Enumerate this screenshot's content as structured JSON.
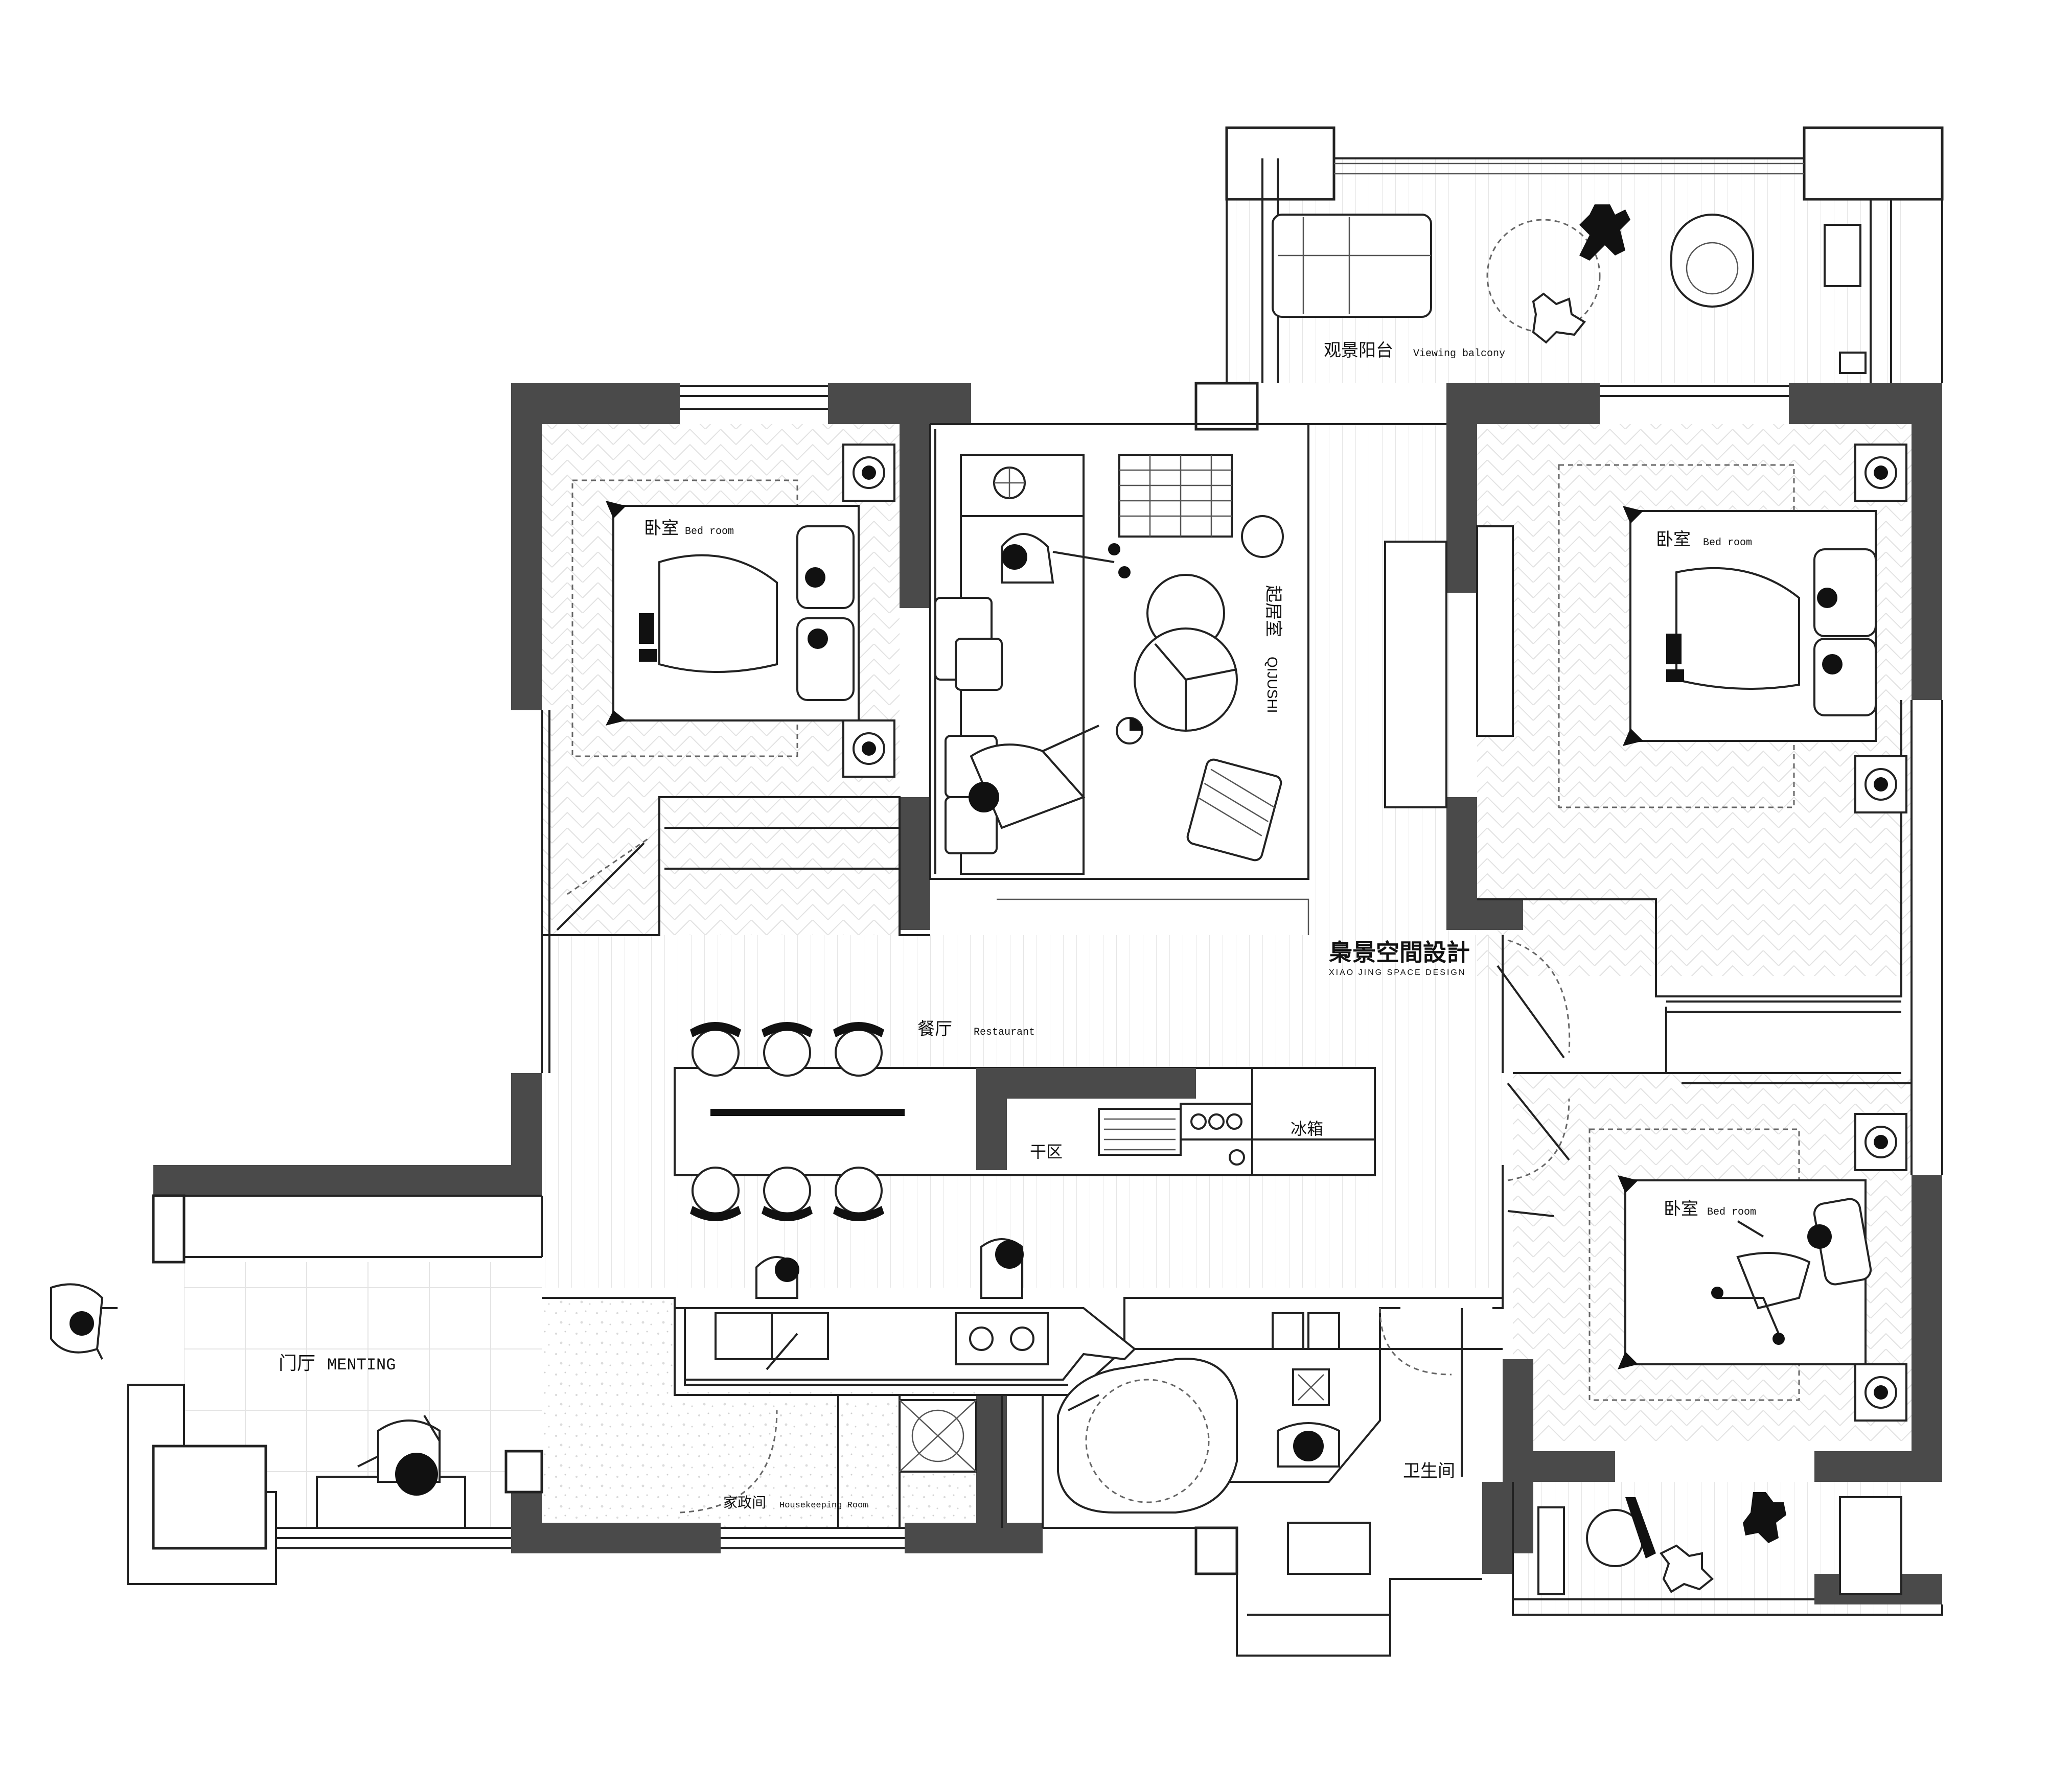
{
  "brand": {
    "name": "梟景空間設計",
    "tagline": "XIAO JING SPACE DESIGN"
  },
  "rooms": {
    "balcony_top": {
      "zh": "观景阳台",
      "en": "Viewing balcony"
    },
    "bedroom_left": {
      "zh": "卧室",
      "en": "Bed room"
    },
    "bedroom_right_top": {
      "zh": "卧室",
      "en": "Bed room"
    },
    "bedroom_right_bottom": {
      "zh": "卧室",
      "en": "Bed room"
    },
    "living": {
      "zh": "起居室",
      "en": "QIJUSHI"
    },
    "restaurant": {
      "zh": "餐厅",
      "en": "Restaurant"
    },
    "dry_area": {
      "zh": "干区"
    },
    "fridge": {
      "zh": "冰箱"
    },
    "foyer": {
      "zh": "门厅",
      "en": "MENTING"
    },
    "housekeeping": {
      "zh": "家政间",
      "en": "Housekeeping Room"
    },
    "bathroom": {
      "zh": "卫生间"
    }
  }
}
